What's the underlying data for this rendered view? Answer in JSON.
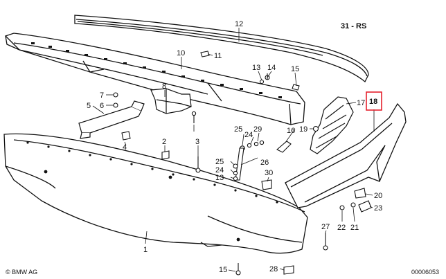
{
  "diagram": {
    "reference": "31 - RS",
    "copyright": "© BMW AG",
    "document_id": "00006053",
    "highlight_color": "#e4202c",
    "part_labels": {
      "p1": "1",
      "p2": "2",
      "p3": "3",
      "p4": "4",
      "p5": "5",
      "p6": "6",
      "p7": "7",
      "p8": "8",
      "p10": "10",
      "p11": "11",
      "p12": "12",
      "p13a": "13",
      "p13b": "13",
      "p14": "14",
      "p15a": "15",
      "p15b": "15",
      "p16": "16",
      "p17": "17",
      "p18": "18",
      "p19": "19",
      "p20": "20",
      "p21": "21",
      "p22": "22",
      "p23": "23",
      "p24a": "24",
      "p24b": "24",
      "p25a": "25",
      "p25b": "25",
      "p26": "26",
      "p27": "27",
      "p28": "28",
      "p29": "29",
      "p30": "30"
    }
  }
}
